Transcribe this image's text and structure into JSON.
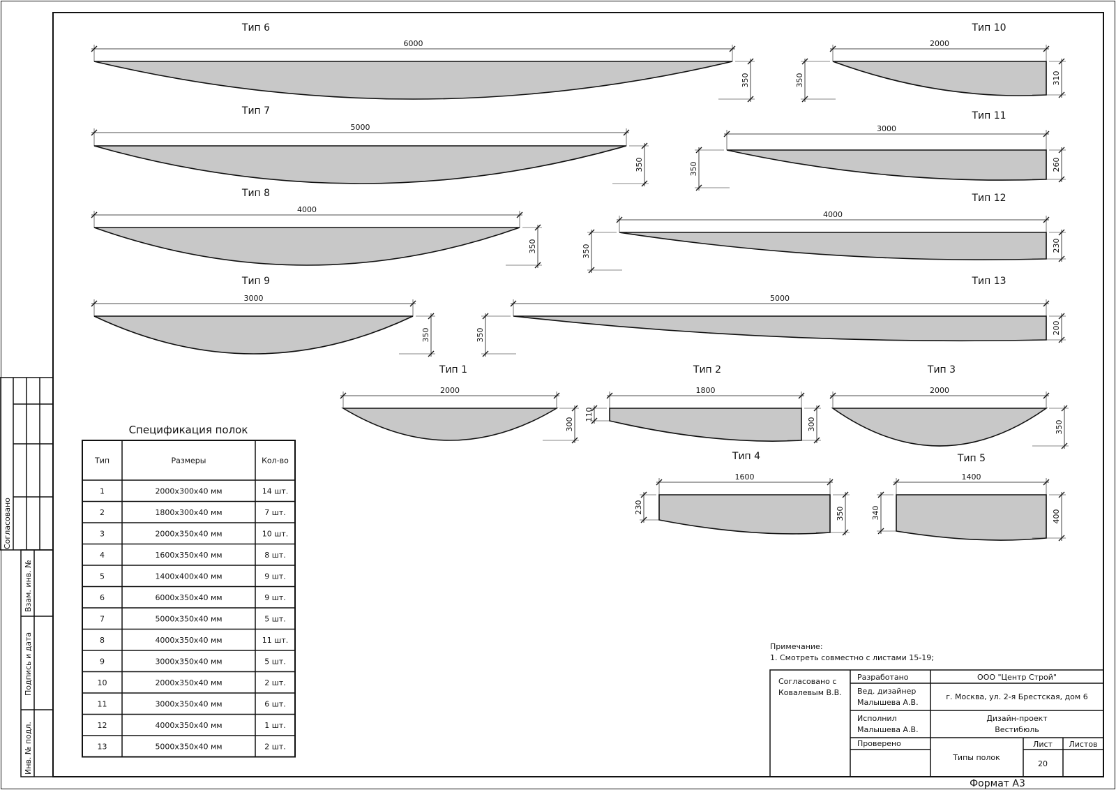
{
  "shelves": [
    {
      "label": "Тип 6",
      "length": "6000",
      "height": "350"
    },
    {
      "label": "Тип 7",
      "length": "5000",
      "height": "350"
    },
    {
      "label": "Тип 8",
      "length": "4000",
      "height": "350"
    },
    {
      "label": "Тип 9",
      "length": "3000",
      "height": "350"
    },
    {
      "label": "Тип 10",
      "length": "2000",
      "height_left": "350",
      "height_right": "310"
    },
    {
      "label": "Тип 11",
      "length": "3000",
      "height_left": "350",
      "height_right": "260"
    },
    {
      "label": "Тип 12",
      "length": "4000",
      "height_left": "350",
      "height_right": "230"
    },
    {
      "label": "Тип 13",
      "length": "5000",
      "height_left": "350",
      "height_right": "200"
    },
    {
      "label": "Тип 1",
      "length": "2000",
      "height": "300"
    },
    {
      "label": "Тип 2",
      "length": "1800",
      "height_left": "110",
      "height_right": "300"
    },
    {
      "label": "Тип 3",
      "length": "2000",
      "height": "350"
    },
    {
      "label": "Тип 4",
      "length": "1600",
      "height_left": "230",
      "height_right": "350"
    },
    {
      "label": "Тип 5",
      "length": "1400",
      "height_left": "340",
      "height_right": "400"
    }
  ],
  "spec": {
    "title": "Спецификация полок",
    "headers": [
      "Тип",
      "Размеры",
      "Кол-во"
    ],
    "rows": [
      [
        "1",
        "2000x300x40 мм",
        "14 шт."
      ],
      [
        "2",
        "1800x300x40 мм",
        "7 шт."
      ],
      [
        "3",
        "2000x350x40 мм",
        "10 шт."
      ],
      [
        "4",
        "1600x350x40 мм",
        "8 шт."
      ],
      [
        "5",
        "1400x400x40 мм",
        "9 шт."
      ],
      [
        "6",
        "6000x350x40 мм",
        "9 шт."
      ],
      [
        "7",
        "5000x350x40 мм",
        "5 шт."
      ],
      [
        "8",
        "4000x350x40 мм",
        "11 шт."
      ],
      [
        "9",
        "3000x350x40 мм",
        "5 шт."
      ],
      [
        "10",
        "2000x350x40 мм",
        "2 шт."
      ],
      [
        "11",
        "3000x350x40 мм",
        "6 шт."
      ],
      [
        "12",
        "4000x350x40 мм",
        "1 шт."
      ],
      [
        "13",
        "5000x350x40 мм",
        "2 шт."
      ]
    ]
  },
  "note": {
    "title": "Примечание:",
    "line1": "1. Смотреть совместно с листами 15-19;"
  },
  "stamp": {
    "agreed_with": [
      "Согласовано с",
      "Ковалевым В.В."
    ],
    "developed": "Разработано",
    "lead_designer": [
      "Вед. дизайнер",
      "Малышева А.В."
    ],
    "performed": [
      "Исполнил",
      "Малышева А.В."
    ],
    "checked": "Проверено",
    "company": "ООО \"Центр Строй\"",
    "address": "г. Москва, ул. 2-я Брестская, дом 6",
    "project": [
      "Дизайн-проект",
      "Вестибюль"
    ],
    "sheet_title": "Типы полок",
    "sheet_label": "Лист",
    "sheets_label": "Листов",
    "sheet_number": "20",
    "sheets_total": ""
  },
  "side_labels": {
    "agreed": "Согласовано",
    "replace_inv": "Взам. инв. №",
    "sign_date": "Подпись и дата",
    "inv_orig": "Инв. № подл."
  },
  "format": "Формат А3",
  "colors": {
    "shelf_fill": "#c8c8c8",
    "line": "#111111"
  }
}
